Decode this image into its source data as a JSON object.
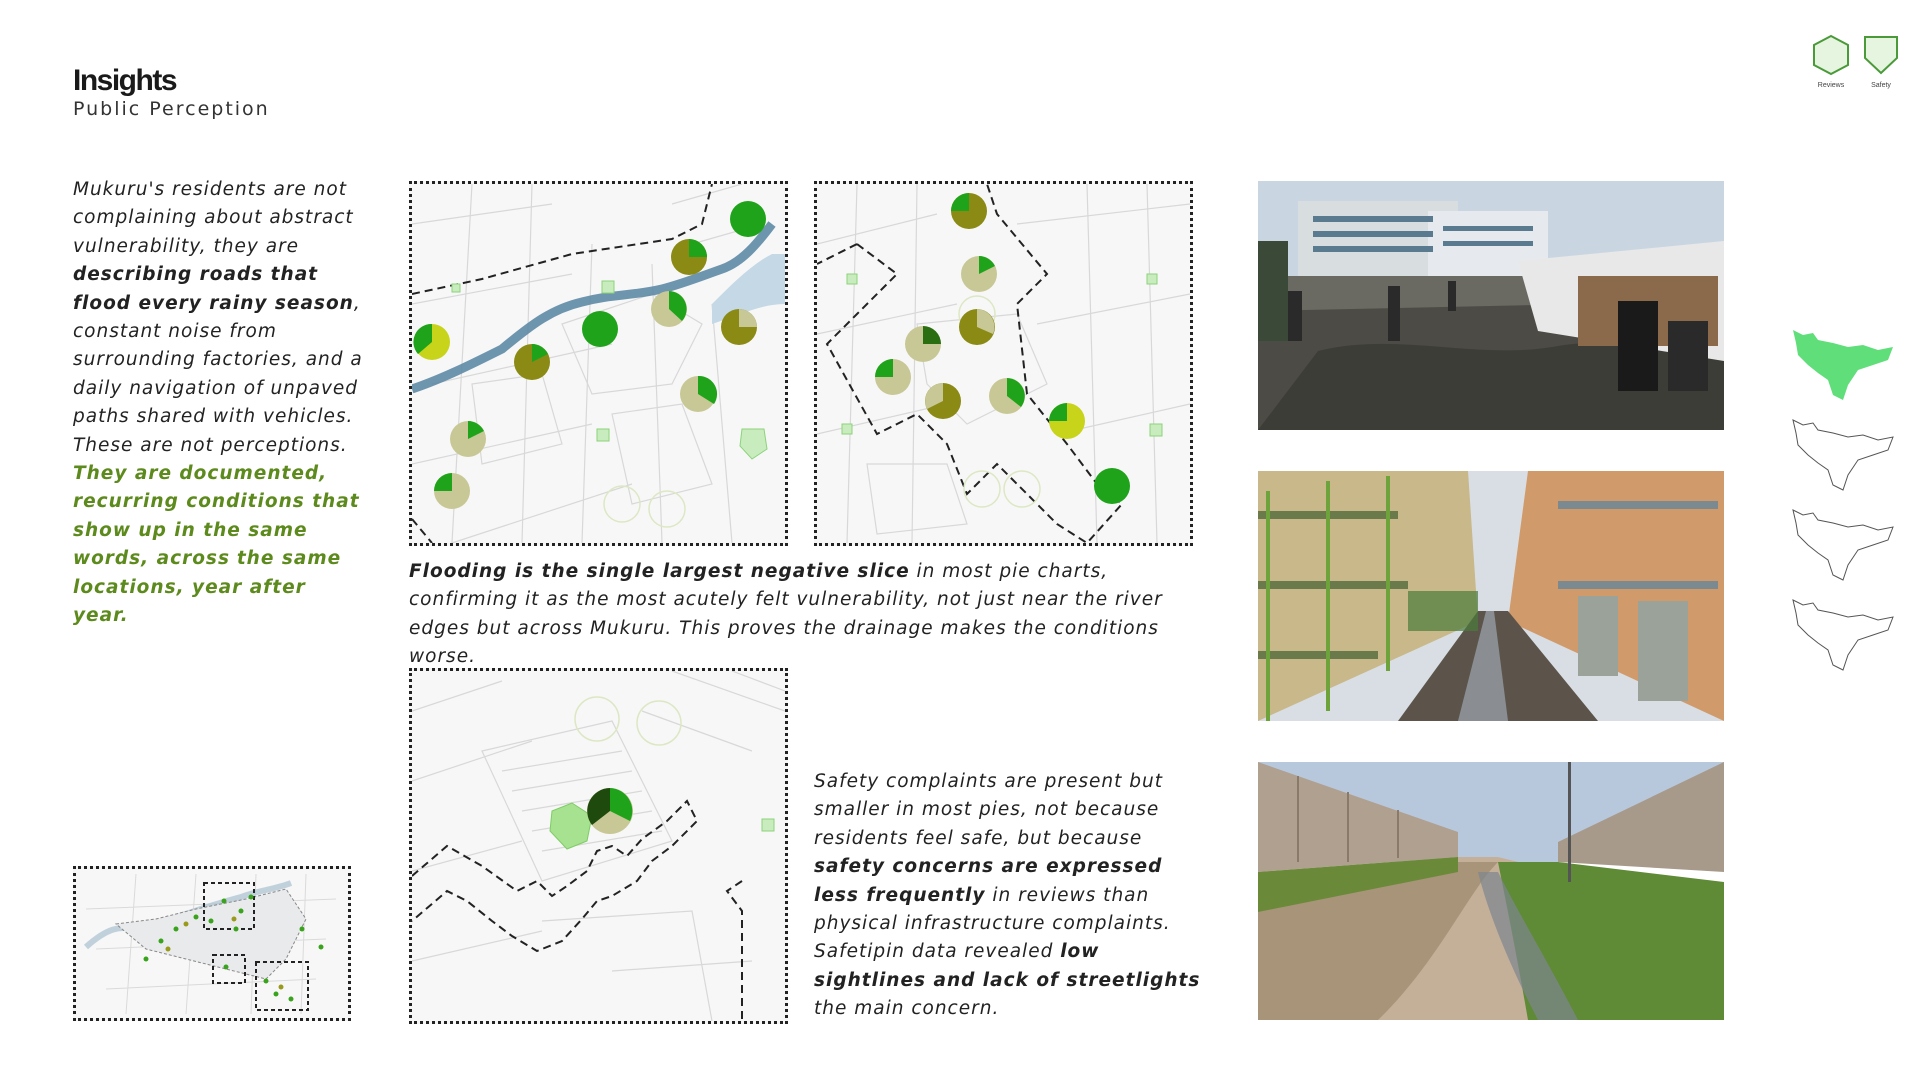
{
  "header": {
    "title": "Insights",
    "subtitle": "Public Perception"
  },
  "legend": {
    "items": [
      {
        "label": "Reviews",
        "icon": "hexagon-outline-icon"
      },
      {
        "label": "Safety",
        "icon": "shield-outline-icon"
      }
    ]
  },
  "intro": {
    "part1": "Mukuru's residents are not",
    "part2": "complaining about abstract vulnerability, they are ",
    "bold": "describing roads that flood every rainy season",
    "part3": ", constant noise from surrounding factories, and a daily navigation of unpaved paths shared with vehicles. These are not perceptions. ",
    "green1": "They are documented, recurring conditions that show up in the same words, across",
    "green2": "the same locations, year after year."
  },
  "caption_flooding": {
    "bold": "Flooding is the single largest negative slice",
    "text": " in most pie charts, confirming it as the most acutely felt vulnerability, not just near the river edges but across Mukuru. This proves the drainage makes the conditions worse."
  },
  "caption_safety": {
    "text1": "Safety complaints are present but smaller in most pies, not because residents feel safe, but because ",
    "bold1": "safety concerns are expressed less frequently",
    "text2": " in reviews than physical infrastructure complaints. Safetipin data revealed ",
    "bold2": "low sightlines and lack of streetlights",
    "text3": " the main concern."
  },
  "colors": {
    "accent_green": "#5d8a1c",
    "pie_green": "#1fa31a",
    "pie_olive": "#8a8a14",
    "pie_light": "#c8c896",
    "river": "#6a8fa8",
    "map_bg": "#f6f6f6"
  }
}
